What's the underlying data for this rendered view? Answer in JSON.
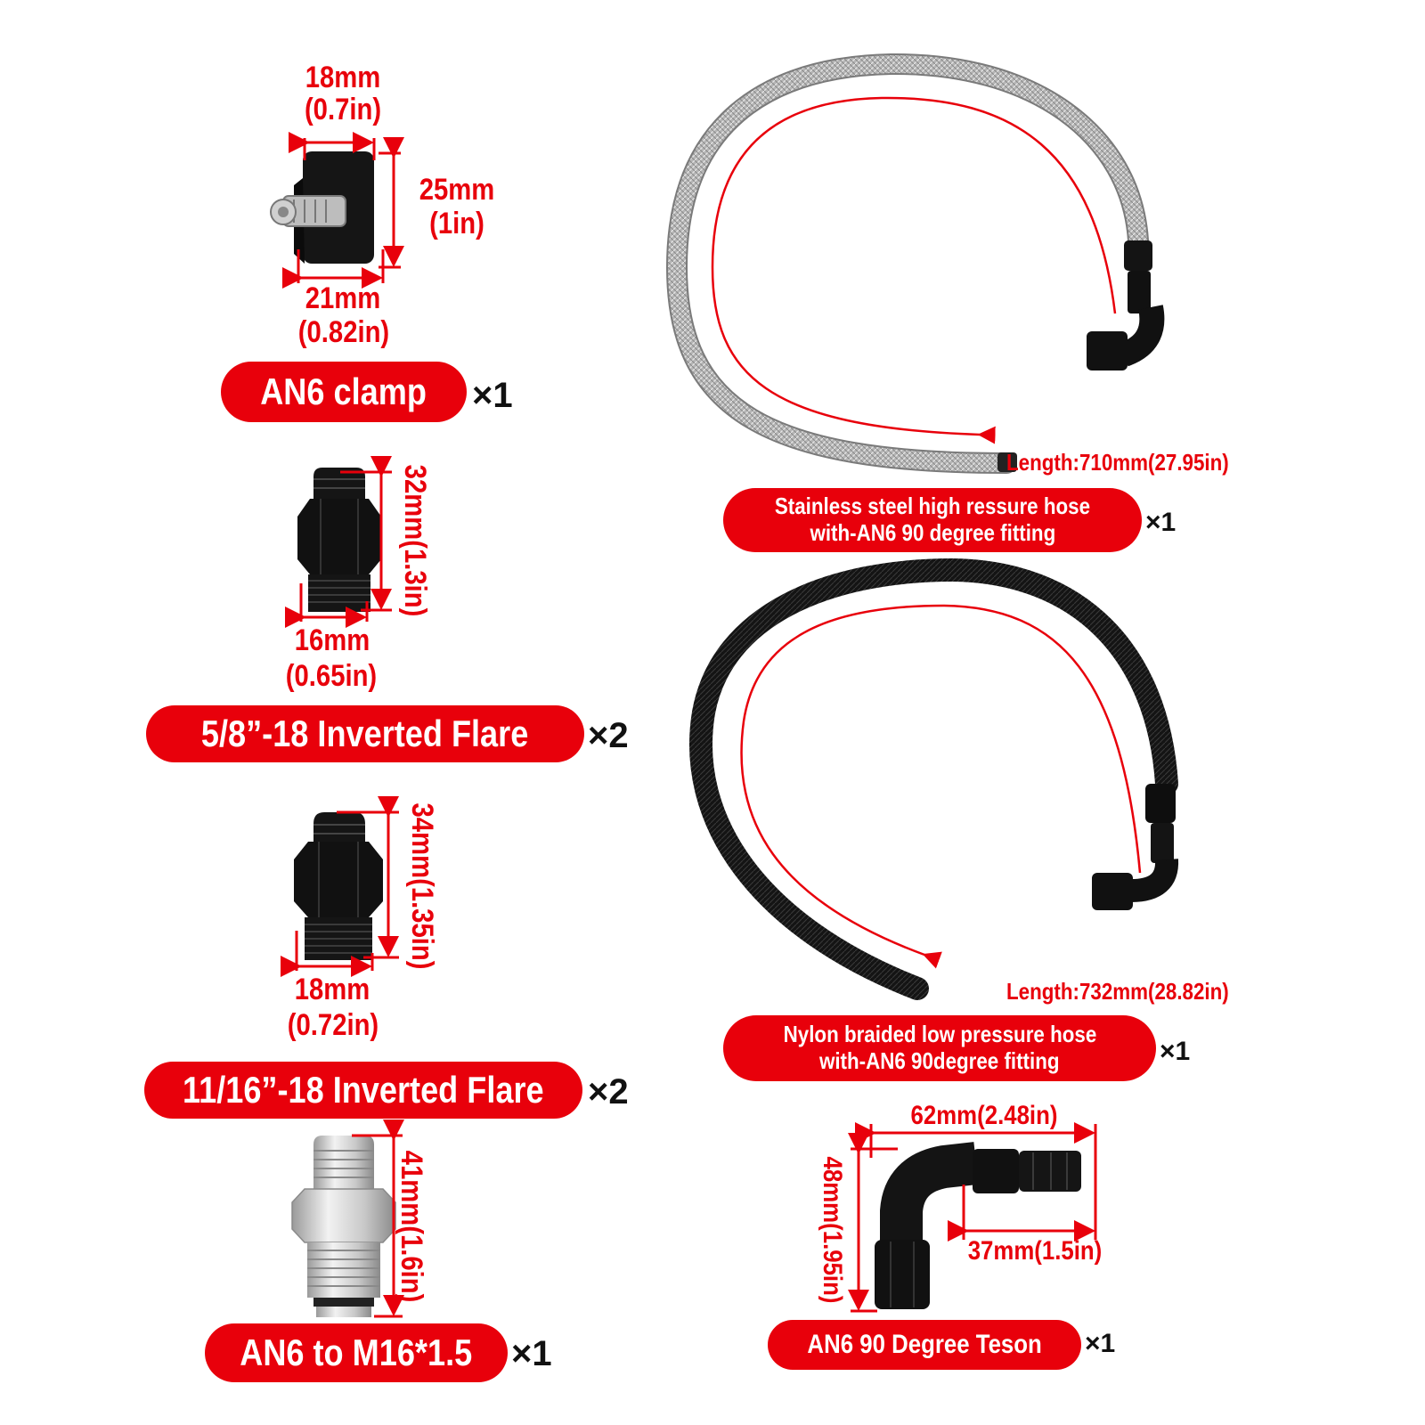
{
  "colors": {
    "accent": "#e8000b",
    "part_black": "#111111",
    "steel": "#a8a8a8",
    "white": "#ffffff"
  },
  "clamp": {
    "top_dim_mm": "18mm",
    "top_dim_in": "(0.7in)",
    "side_dim_mm": "25mm",
    "side_dim_in": "(1in)",
    "bottom_dim_mm": "21mm",
    "bottom_dim_in": "(0.82in)",
    "label": "AN6 clamp",
    "qty": "×1"
  },
  "flare_58": {
    "height_dim": "32mm(1.3in)",
    "width_dim_mm": "16mm",
    "width_dim_in": "(0.65in)",
    "label": "5/8”-18 Inverted Flare",
    "qty": "×2"
  },
  "flare_1116": {
    "height_dim": "34mm(1.35in)",
    "width_dim_mm": "18mm",
    "width_dim_in": "(0.72in)",
    "label": "11/16”-18 Inverted Flare",
    "qty": "×2"
  },
  "m16": {
    "height_dim": "41mm(1.6in)",
    "label": "AN6 to M16*1.5",
    "qty": "×1"
  },
  "steel_hose": {
    "length": "Length:710mm(27.95in)",
    "label_line1": "Stainless steel high ressure hose",
    "label_line2": "with-AN6 90 degree fitting",
    "qty": "×1"
  },
  "nylon_hose": {
    "length": "Length:732mm(28.82in)",
    "label_line1": "Nylon braided low pressure hose",
    "label_line2": "with-AN6 90degree fitting",
    "qty": "×1"
  },
  "teson": {
    "width_dim": "62mm(2.48in)",
    "socket_dim": "37mm(1.5in)",
    "height_dim": "48mm(1.95in)",
    "label": "AN6 90 Degree Teson",
    "qty": "×1"
  }
}
